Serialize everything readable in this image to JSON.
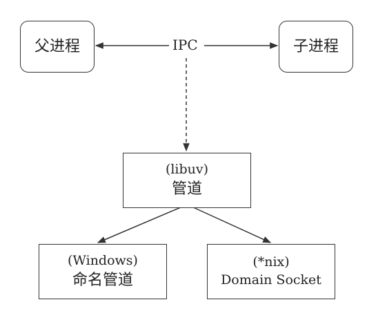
{
  "nodes": {
    "parent": {
      "label": "父进程"
    },
    "child": {
      "label": "子进程"
    },
    "libuv": {
      "line1": "(libuv)",
      "line2": "管道"
    },
    "windows": {
      "line1": "(Windows)",
      "line2": "命名管道"
    },
    "nix": {
      "line1": "(*nix)",
      "line2": "Domain Socket"
    }
  },
  "edges": {
    "ipc_label": "IPC"
  },
  "colors": {
    "line": "#333333",
    "text": "#222222",
    "background": "#ffffff"
  }
}
